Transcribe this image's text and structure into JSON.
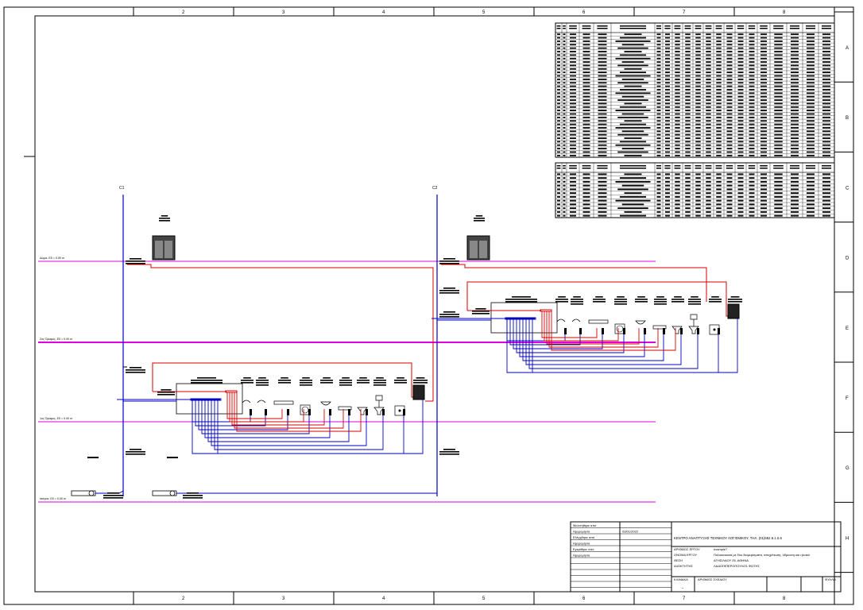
{
  "frame": {
    "columns": [
      "2",
      "3",
      "4",
      "5",
      "6",
      "7",
      "8"
    ],
    "rows": [
      "A",
      "B",
      "C",
      "D",
      "E",
      "F",
      "G",
      "H"
    ]
  },
  "risers": [
    "C1",
    "C2"
  ],
  "levels": [
    {
      "label": "Δώμα, Εδ = 0.00 m"
    },
    {
      "label": "2ος Όροφος, Εδ = 0.00 m"
    },
    {
      "label": "1ος Όροφος, Εδ = 0.00 m"
    },
    {
      "label": "Ισόγειο, Εδ = 0.00 m"
    }
  ],
  "title_block": {
    "left_rows": [
      {
        "label": "Μελετήθηκε από",
        "value": ""
      },
      {
        "label": "Ημερομηνία",
        "value": "03/01/2022"
      },
      {
        "label": "Ελέγχθηκε από",
        "value": ""
      },
      {
        "label": "Ημερομηνία",
        "value": ""
      },
      {
        "label": "Εγκρίθηκε από",
        "value": ""
      },
      {
        "label": "Ημερομηνία",
        "value": ""
      }
    ],
    "company": "ΚΕΝΤΡΟ ΑΝΑΠΤΥΞΗΣ ΤΕΧΝΙΚΟΥ ΛΟΓΙΣΜΙΚΟΥ, ΤΗΛ. (01)652.6.1.0.6",
    "project_fields": [
      {
        "label": "ΑΡΙΘΜΟΣ ΕΡΓΟΥ",
        "value": "example7"
      },
      {
        "label": "ΟΝΟΜΑ ΕΡΓΟΥ",
        "value": "Πολυκατοικία με δύο διαμερίσματα, αποχέτευση, ύδρευση και ηλιακό"
      },
      {
        "label": "ΘΕΣΗ",
        "value": "ΑΓΗΣΙΛΑΟΥ 25, ΑΘΗΝΑ"
      },
      {
        "label": "ΙΔΙΟΚΤΗΤΗΣ",
        "value": "ΛΑΔΟΠΙΠΕΡΟΠΟΥΛΟΣ ΦΩΤΗΣ"
      }
    ],
    "scale_label": "ΚΛΙΜΑΚΑ",
    "scale_value": "-",
    "drawing_no_label": "ΑΡΙΘΜΟΣ ΣΧΕΔΙΟΥ",
    "sheet_label": "ΦΥΛΛΟ"
  },
  "colors": {
    "hot": "#d40000",
    "cold": "#0000c0",
    "level": "#e000e0",
    "ink": "#000000"
  }
}
